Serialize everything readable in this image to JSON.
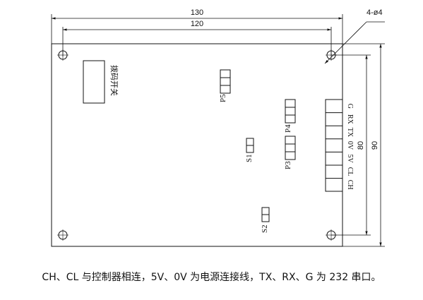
{
  "dimensions": {
    "width_outer": "130",
    "width_inner": "120",
    "height_outer": "90",
    "height_inner": "80",
    "holes": "4-ø4"
  },
  "components": {
    "dip_switch": "拨码开关",
    "p5": "P5",
    "p4": "P4",
    "p3": "P3",
    "s1": "S1",
    "s2": "S2"
  },
  "terminal_labels": [
    "CH",
    "CL",
    "5V",
    "0V",
    "TX",
    "RX",
    "G"
  ],
  "caption": "CH、CL 与控制器相连，5V、0V 为电源连接线，TX、RX、G 为 232 串口。"
}
